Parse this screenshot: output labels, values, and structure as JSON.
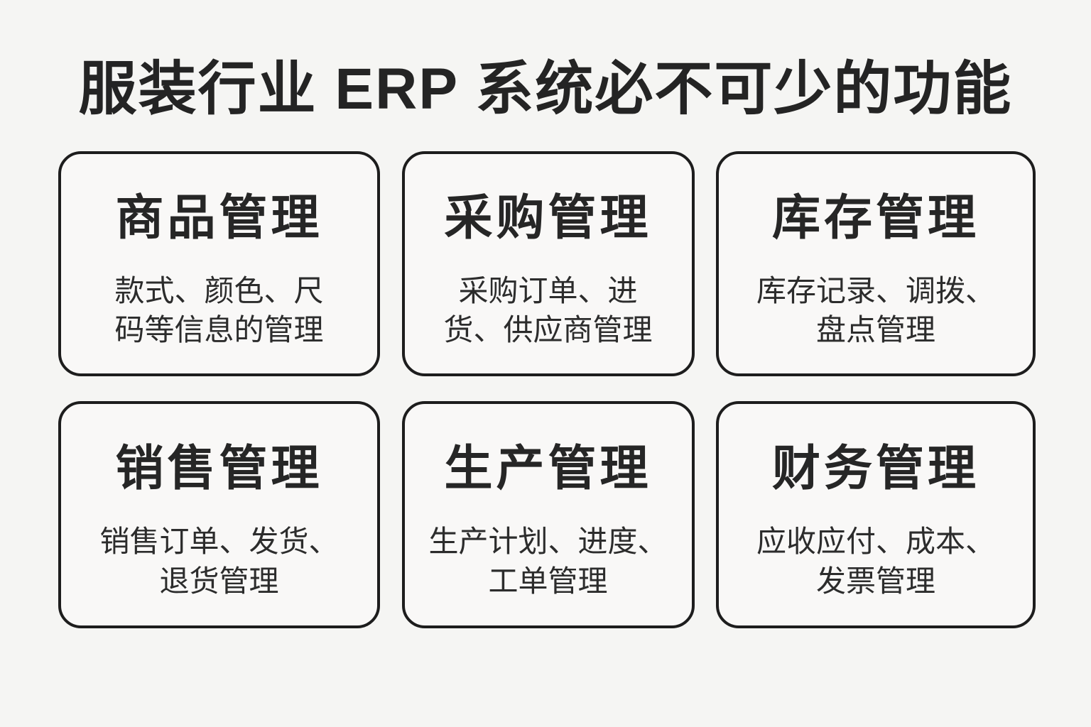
{
  "title": "服装行业 ERP 系统必不可少的功能",
  "colors": {
    "page_background": "#f5f5f3",
    "card_background": "#f9f8f7",
    "card_border": "#1d1d1d",
    "text": "#262626"
  },
  "cards": [
    {
      "title": "商品管理",
      "description": "款式、颜色、尺\n码等信息的管理"
    },
    {
      "title": "采购管理",
      "description": "采购订单、进\n货、供应商管理"
    },
    {
      "title": "库存管理",
      "description": "库存记录、调拨、\n盘点管理"
    },
    {
      "title": "销售管理",
      "description": "销售订单、发货、\n退货管理"
    },
    {
      "title": "生产管理",
      "description": "生产计划、进度、\n工单管理"
    },
    {
      "title": "财务管理",
      "description": "应收应付、成本、\n发票管理"
    }
  ]
}
